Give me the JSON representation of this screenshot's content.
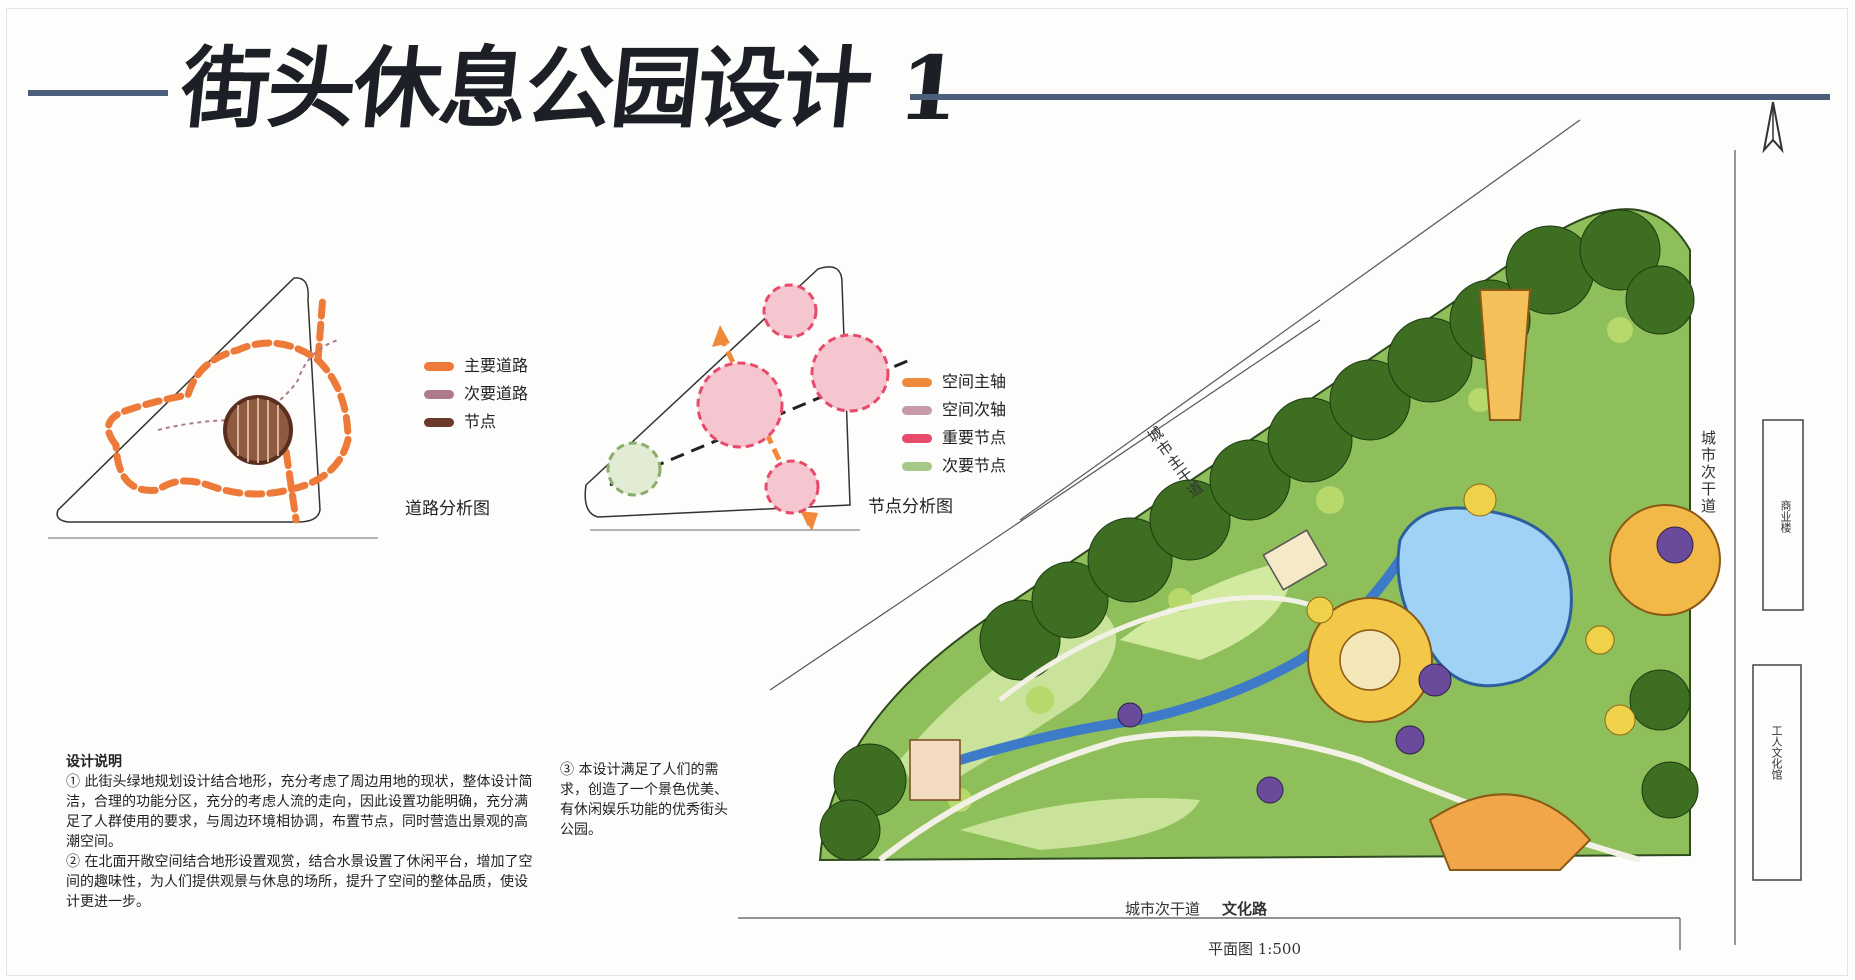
{
  "title": "街头休息公园设计 1",
  "diagram_road": {
    "legend": [
      {
        "label": "主要道路",
        "color": "#ee7a3a"
      },
      {
        "label": "次要道路",
        "color": "#b07a8e"
      },
      {
        "label": "节点",
        "color": "#6a3a2a"
      }
    ],
    "caption": "道路分析图"
  },
  "diagram_node": {
    "legend": [
      {
        "label": "空间主轴",
        "color": "#f08a3a"
      },
      {
        "label": "空间次轴",
        "color": "#c69aa6"
      },
      {
        "label": "重要节点",
        "color": "#e84a6a"
      },
      {
        "label": "次要节点",
        "color": "#a8c88a"
      }
    ],
    "caption": "节点分析图"
  },
  "notes": {
    "heading": "设计说明",
    "para1": "① 此街头绿地规划设计结合地形，充分考虑了周边用地的现状，整体设计简洁，合理的功能分区，充分的考虑人流的走向，因此设置功能明确，充分满足了人群使用的要求，与周边环境相协调，布置节点，同时营造出景观的高潮空间。",
    "para2": "② 在北面开敞空间结合地形设置观赏，结合水景设置了休闲平台，增加了空间的趣味性，为人们提供观景与休息的场所，提升了空间的整体品质，使设计更进一步。",
    "para3": "③ 本设计满足了人们的需求，创造了一个景色优美、有休闲娱乐功能的优秀街头公园。"
  },
  "plan_labels": {
    "main_road": "城市主干道",
    "secondary_road_right": "城市次干道",
    "secondary_road_bottom": "城市次干道",
    "street_name": "文化路",
    "scale": "平面图 1:500",
    "building_1": "商业楼",
    "building_2": "工人文化馆"
  },
  "icons": [
    "north-arrow-icon"
  ]
}
